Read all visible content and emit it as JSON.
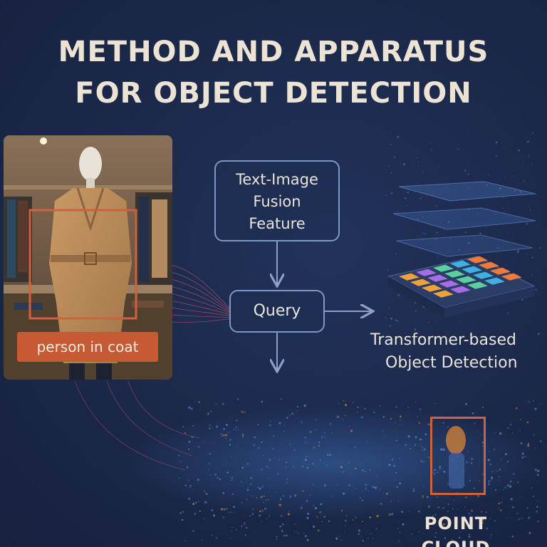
{
  "title": {
    "line1": "METHOD AND APPARATUS",
    "line2": "FOR OBJECT DETECTION"
  },
  "input_image": {
    "label": "person in coat"
  },
  "flow": {
    "fusion_line1": "Text-Image",
    "fusion_line2": "Fusion",
    "fusion_line3": "Feature",
    "query": "Query"
  },
  "transformer": {
    "label_line1": "Transformer-based",
    "label_line2": "Object Detection",
    "grid_colors": [
      "#f0a23a",
      "#3fb1e0",
      "#7cc85a",
      "#a56ee0",
      "#f07a3a",
      "#3a8fe0",
      "#5ad0a0",
      "#e0c83a"
    ]
  },
  "point_cloud": {
    "label": "POINT CLOUD"
  },
  "colors": {
    "background": "#1b2849",
    "accent": "#c65a33",
    "box_border": "#7f97c2",
    "text": "#ece3d4"
  }
}
